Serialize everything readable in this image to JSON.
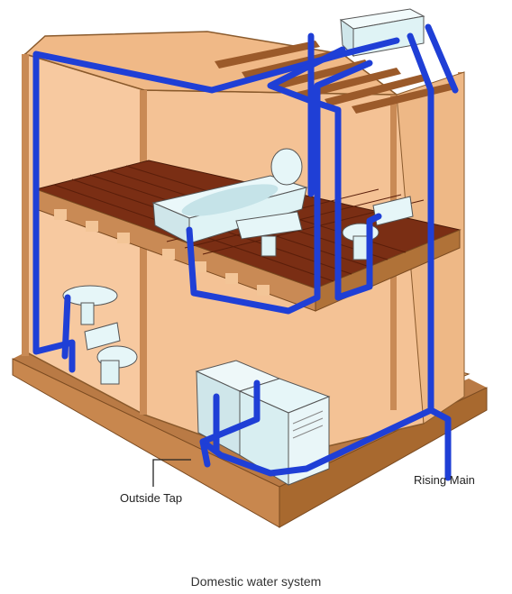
{
  "labels": {
    "outside_tap": "Outside Tap",
    "rising_main": "Rising Main"
  },
  "caption": "Domestic water system",
  "colors": {
    "pipe": "#1f3fd6",
    "wall": "#f7c9a0",
    "frame": "#c98a55",
    "floorboards": "#7a2e14",
    "base": "#c8874e",
    "fixture": "#dff3f5"
  }
}
